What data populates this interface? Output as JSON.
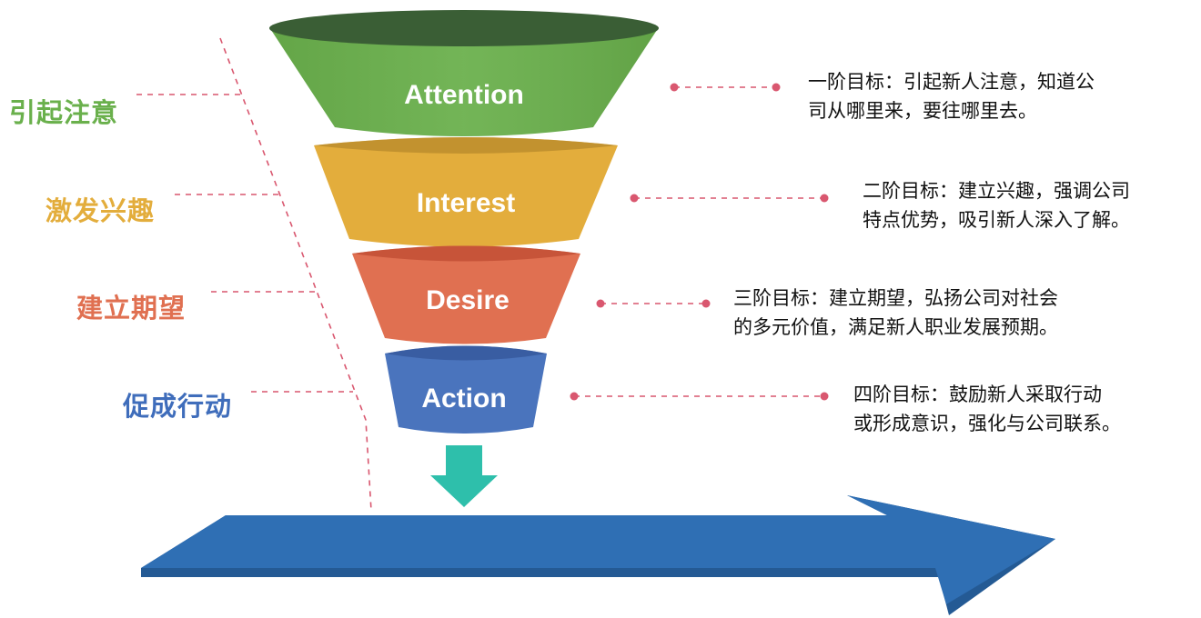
{
  "stages": [
    {
      "name": "Attention",
      "label": "引起注意",
      "desc_line1": "一阶目标：引起新人注意，知道公",
      "desc_line2": "司从哪里来，要往哪里去。",
      "color": "#6ab04c",
      "rim_color": "#3a5e35",
      "label_color": "#6ab04c"
    },
    {
      "name": "Interest",
      "label": "激发兴趣",
      "desc_line1": "二阶目标：建立兴趣，强调公司",
      "desc_line2": "特点优势，吸引新人深入了解。",
      "color": "#e3ad3c",
      "rim_color": "#b7892b",
      "label_color": "#e3ad3c"
    },
    {
      "name": "Desire",
      "label": "建立期望",
      "desc_line1": "三阶目标：建立期望，弘扬公司对社会",
      "desc_line2": "的多元价值，满足新人职业发展预期。",
      "color": "#e07051",
      "rim_color": "#c14e33",
      "label_color": "#e07051"
    },
    {
      "name": "Action",
      "label": "促成行动",
      "desc_line1": "四阶目标：鼓励新人采取行动",
      "desc_line2": "或形成意识，强化与公司联系。",
      "color": "#4a74bd",
      "rim_color": "#34589b",
      "label_color": "#3f6dbb"
    }
  ],
  "colors": {
    "connector": "#d9576f",
    "down_arrow": "#2ebfab",
    "big_arrow": "#2f6fb4",
    "big_arrow_edge": "#245a94"
  }
}
